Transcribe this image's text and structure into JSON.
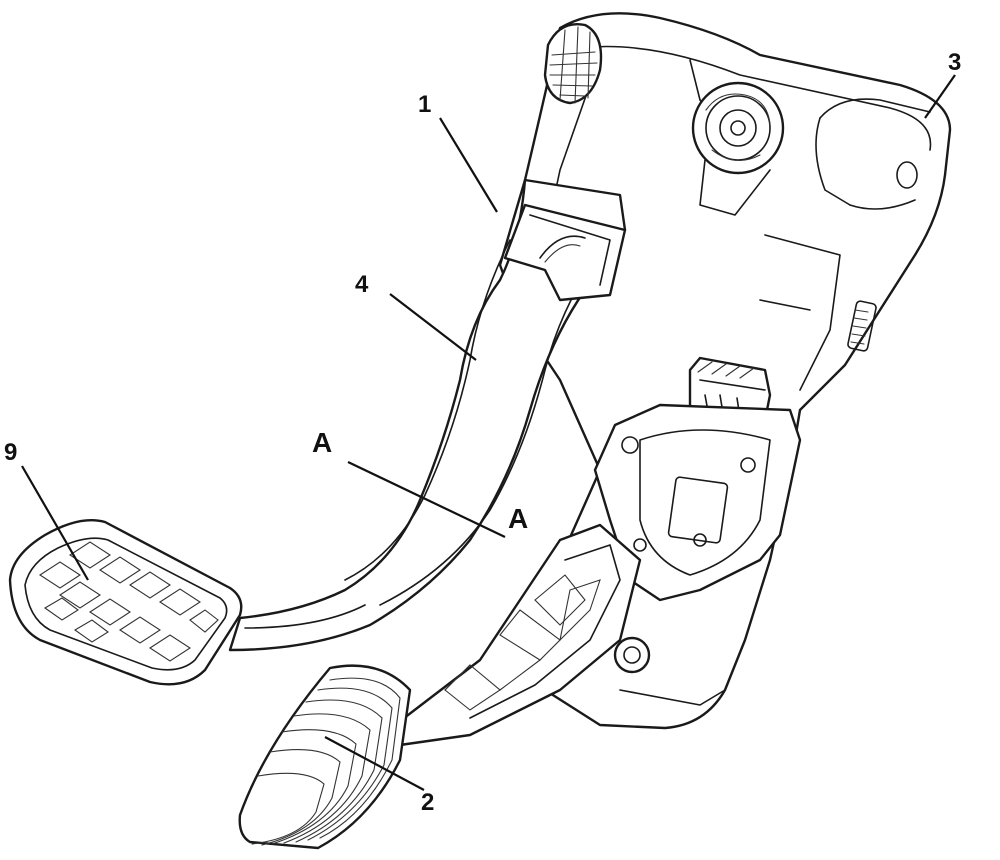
{
  "figure": {
    "labels": {
      "part_1": "1",
      "part_2": "2",
      "part_3": "3",
      "part_4": "4",
      "part_9": "9",
      "section_a_left": "A",
      "section_a_right": "A"
    },
    "colors": {
      "ink": "#1a1a1a",
      "background": "#ffffff"
    }
  }
}
